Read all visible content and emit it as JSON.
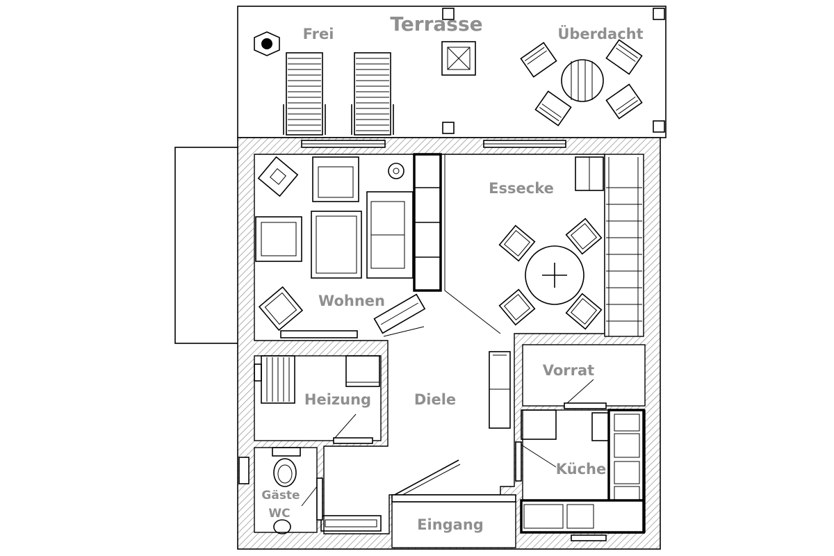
{
  "plan": {
    "rooms": {
      "terrasse": "Terrasse",
      "frei": "Frei",
      "ueberdacht": "Überdacht",
      "essecke": "Essecke",
      "wohnen": "Wohnen",
      "vorrat": "Vorrat",
      "heizung": "Heizung",
      "diele": "Diele",
      "kueche": "Küche",
      "gaeste_wc_line1": "Gäste",
      "gaeste_wc_line2": "WC",
      "eingang": "Eingang"
    },
    "colors": {
      "wall_hatch": "#9a9a9a",
      "label": "#8f8f8f",
      "line": "#000000",
      "background": "#ffffff"
    }
  }
}
